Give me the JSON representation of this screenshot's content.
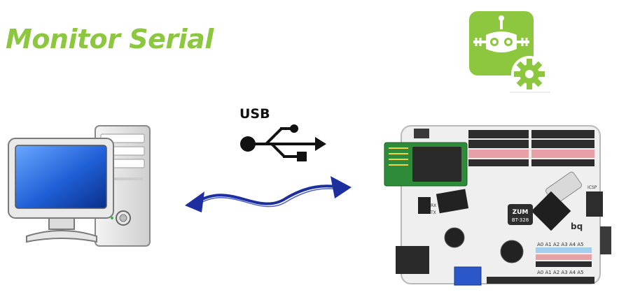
{
  "page": {
    "title": "Monitor Serial",
    "usb_label": "USB"
  },
  "board": {
    "chip_label_1": "ZUM",
    "chip_label_2": "BT-328",
    "brand": "bq",
    "analog_labels_top": "A0 A1 A2 A3 A4 A5",
    "analog_labels_bottom": "A0 A1 A2 A3 A4 A5",
    "pin_labels_rx": "RX",
    "pin_labels_tx": "TX",
    "icsp": "ICSP"
  },
  "icons": {
    "app_icon": "robot-gear-icon",
    "computer": "desktop-computer-icon",
    "usb": "usb-symbol-icon",
    "link": "bidirectional-arrow-icon"
  },
  "colors": {
    "title_green": "#8dc63f",
    "icon_green": "#8dc63f",
    "arrow_blue": "#1d2f9e"
  }
}
